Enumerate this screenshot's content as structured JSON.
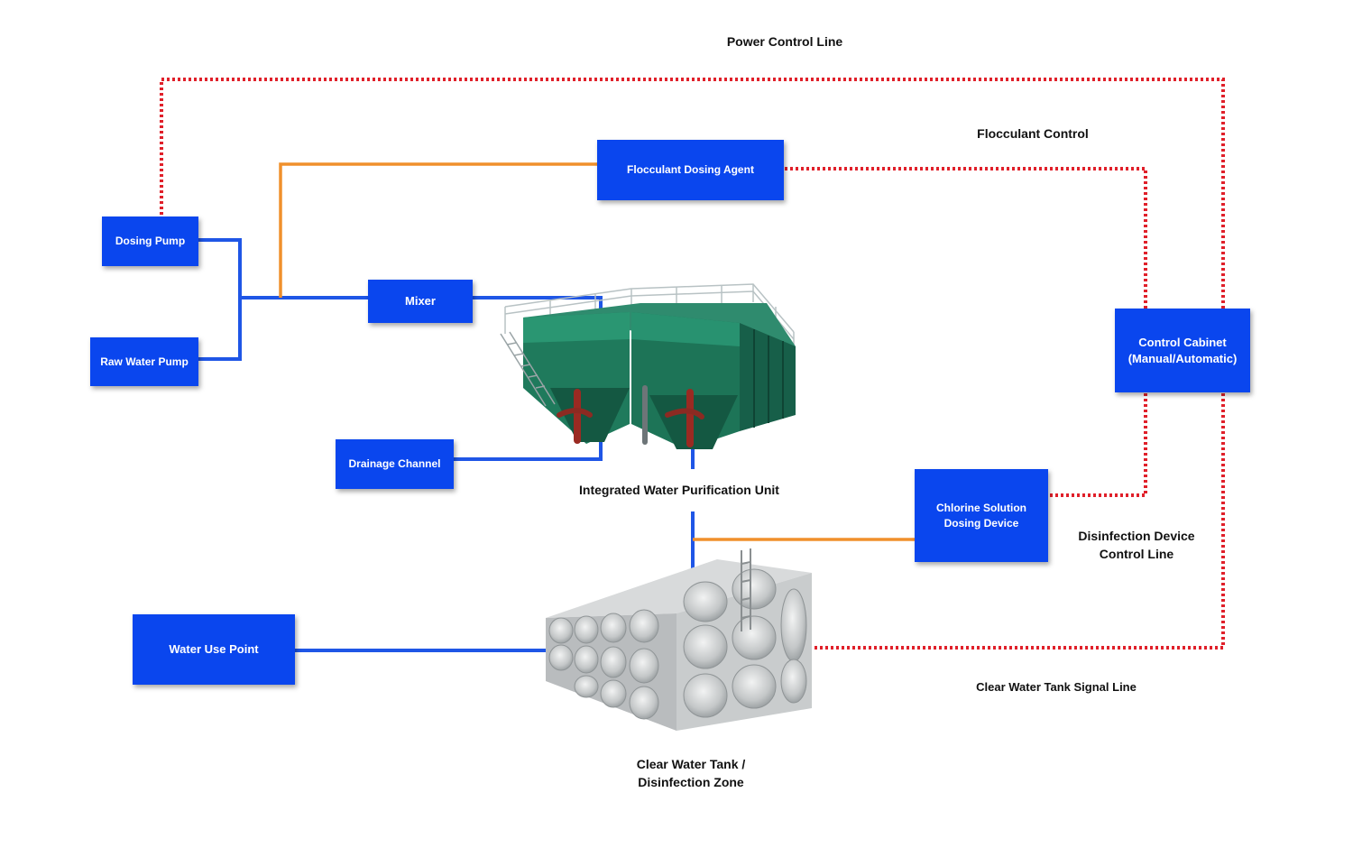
{
  "colors": {
    "box_fill": "#0a46ee",
    "water_line": "#1f56e6",
    "dosing_line": "#f0902c",
    "control_line": "#e0202a"
  },
  "boxes": {
    "dosing_pump": "Dosing Pump",
    "raw_water_pump": "Raw Water Pump",
    "mixer": "Mixer",
    "flocculant_dosing_agent": "Flocculant Dosing Agent",
    "drainage_channel": "Drainage Channel",
    "control_cabinet": "Control Cabinet\n(Manual/Automatic)",
    "chlorine_dosing_device": "Chlorine Solution\nDosing Device",
    "water_use_point": "Water Use Point"
  },
  "labels": {
    "power_control_line": "Power Control Line",
    "flocculant_control": "Flocculant Control",
    "integrated_unit": "Integrated Water Purification Unit",
    "disinfection_control_line": "Disinfection Device\nControl Line",
    "clear_water_tank_signal_line": "Clear Water Tank Signal Line",
    "clear_water_tank": "Clear Water Tank /\nDisinfection Zone"
  },
  "equipment": {
    "purification_unit_icon": "integrated-purification-unit",
    "clear_water_tank_icon": "stainless-steel-water-tank"
  }
}
